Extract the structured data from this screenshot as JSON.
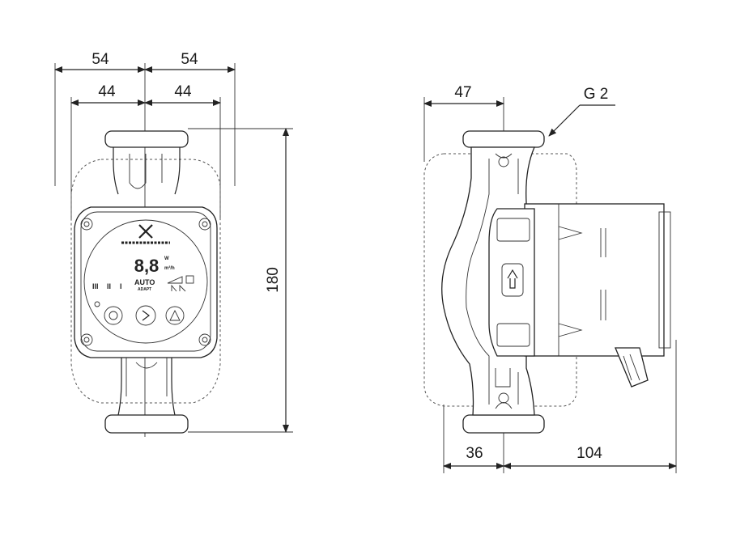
{
  "front_view": {
    "dim_top_left_outer": "54",
    "dim_top_right_outer": "54",
    "dim_top_left_inner": "44",
    "dim_top_right_inner": "44",
    "dim_height": "180",
    "panel": {
      "display_digits": "8,8",
      "unit_w": "W",
      "unit_m3h": "m³/h",
      "auto_line1": "AUTO",
      "auto_line2": "ADAPT",
      "speeds": [
        "III",
        "II",
        "I"
      ]
    }
  },
  "side_view": {
    "dim_top": "47",
    "thread_label": "G 2",
    "dim_bottom_left": "36",
    "dim_bottom_right": "104"
  }
}
